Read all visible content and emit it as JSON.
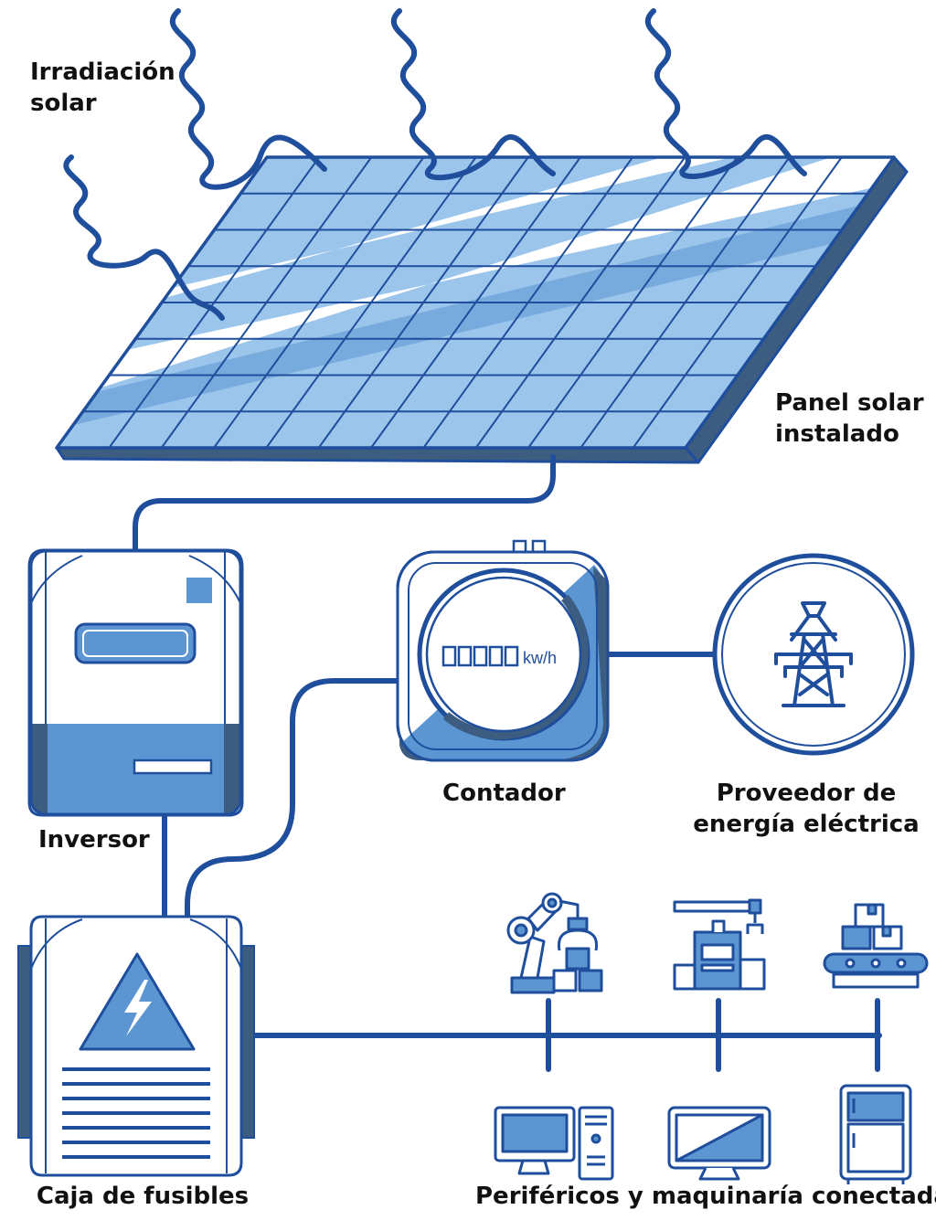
{
  "labels": {
    "irradiation_line1": "Irradiación",
    "irradiation_line2": "solar",
    "panel_line1": "Panel solar",
    "panel_line2": "instalado",
    "inverter": "Inversor",
    "meter": "Contador",
    "provider_line1": "Proveedor de",
    "provider_line2": "energía eléctrica",
    "fuse_box": "Caja de fusibles",
    "peripherals": "Periféricos y maquinaría conectada"
  },
  "meter_display": {
    "unit": "kw/h"
  },
  "icons": {
    "sun_rays": "wavy-ray-icon",
    "transmission_tower": "power-tower-icon",
    "high_voltage": "lightning-warning-icon",
    "robot_arm": "robot-arm-icon",
    "crane_machine": "factory-machine-icon",
    "conveyor": "conveyor-belt-icon",
    "computer": "desktop-computer-icon",
    "monitor": "monitor-icon",
    "fridge": "refrigerator-icon"
  },
  "colors": {
    "dark_blue": "#1f4e9c",
    "mid_blue": "#5b96d2",
    "light_blue": "#9cc5ec",
    "steel": "#3d5d80",
    "text": "#111111"
  }
}
